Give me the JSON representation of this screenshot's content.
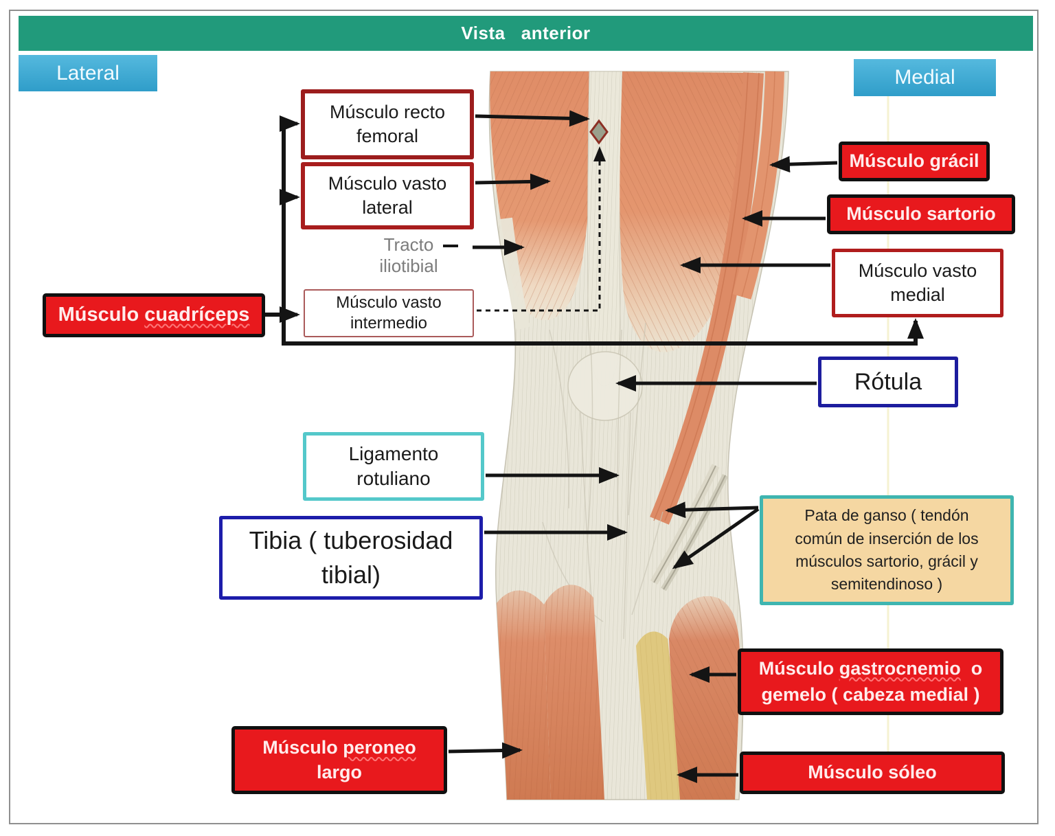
{
  "title": "Vista   anterior",
  "side_labels": {
    "lateral": "Lateral",
    "medial": "Medial"
  },
  "labels": {
    "recto_femoral": "Músculo recto femoral",
    "vasto_lateral": "Músculo vasto lateral",
    "tracto_iliotibial": "Tracto iliotibial",
    "vasto_intermedio": "Músculo vasto intermedio",
    "cuadriceps": {
      "pre": "Músculo ",
      "wavy": "cuadríceps",
      "post": ""
    },
    "gracil": "Músculo grácil",
    "sartorio": "Músculo sartorio",
    "vasto_medial": "Músculo vasto medial",
    "rotula": "Rótula",
    "ligamento_rotuliano": "Ligamento rotuliano",
    "tibia": "Tibia ( tuberosidad tibial)",
    "pata_de_ganso": "Pata de ganso ( tendón común de inserción de los músculos sartorio, grácil y semitendinoso )",
    "gastrocnemio": {
      "pre": "Músculo ",
      "wavy": "gastrocnemio",
      "post": "  o gemelo ( cabeza medial )"
    },
    "soleo": "Músculo sóleo",
    "peroneo": {
      "pre": "Músculo ",
      "wavy": "peroneo",
      "post": " largo"
    }
  },
  "colors": {
    "header_green": "#219a7b",
    "side_blue": "#3fa7d0",
    "red_box_bg": "#e8191d",
    "dark_red_border": "#9c1d1d",
    "navy_border": "#1d1d9e",
    "teal_border": "#54c8ca",
    "tan_box_bg": "#f5d7a2",
    "muscle_salmon": "#e4966f",
    "tendon_white": "#e9e6d9",
    "soleus_yellow": "#dfc87f",
    "gray_text": "#7c7c7c"
  }
}
